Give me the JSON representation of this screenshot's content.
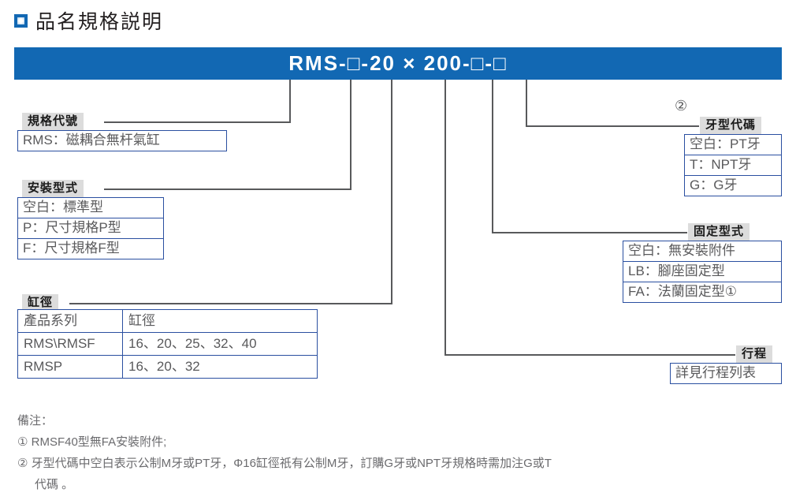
{
  "page": {
    "title": "品名規格説明",
    "marker_icon": "square-bullet-icon",
    "accent_color": "#1268b3",
    "box_border_color": "#2a4fa0",
    "chip_bg_color": "#dcdcdc"
  },
  "model_bar": {
    "code": "RMS-□-20 × 200-□-□"
  },
  "sections": {
    "spec_code": {
      "heading": "規格代號",
      "rows": [
        "RMS：磁耦合無杆氣缸"
      ]
    },
    "mounting_type": {
      "heading": "安裝型式",
      "rows": [
        "空白：標準型",
        "P：尺寸規格P型",
        "F：尺寸規格F型"
      ]
    },
    "bore": {
      "heading": "缸徑",
      "columns": [
        "產品系列",
        "缸徑"
      ],
      "rows": [
        [
          "RMS\\RMSF",
          "16、20、25、32、40"
        ],
        [
          "RMSP",
          "16、20、32"
        ]
      ]
    },
    "thread_code": {
      "heading": "牙型代碼",
      "marker": "②",
      "rows": [
        "空白：PT牙",
        "T：NPT牙",
        "G：G牙"
      ]
    },
    "fixing_type": {
      "heading": "固定型式",
      "rows": [
        "空白：無安裝附件",
        "LB：腳座固定型",
        "FA：法蘭固定型①"
      ]
    },
    "stroke": {
      "heading": "行程",
      "rows": [
        "詳見行程列表"
      ]
    }
  },
  "notes": {
    "label": "備注：",
    "items": [
      "① RMSF40型無FA安裝附件;",
      "② 牙型代碼中空白表示公制M牙或PT牙，Φ16缸徑祇有公制M牙，訂購G牙或NPT牙規格時需加注G或T",
      "代碼 。"
    ]
  }
}
